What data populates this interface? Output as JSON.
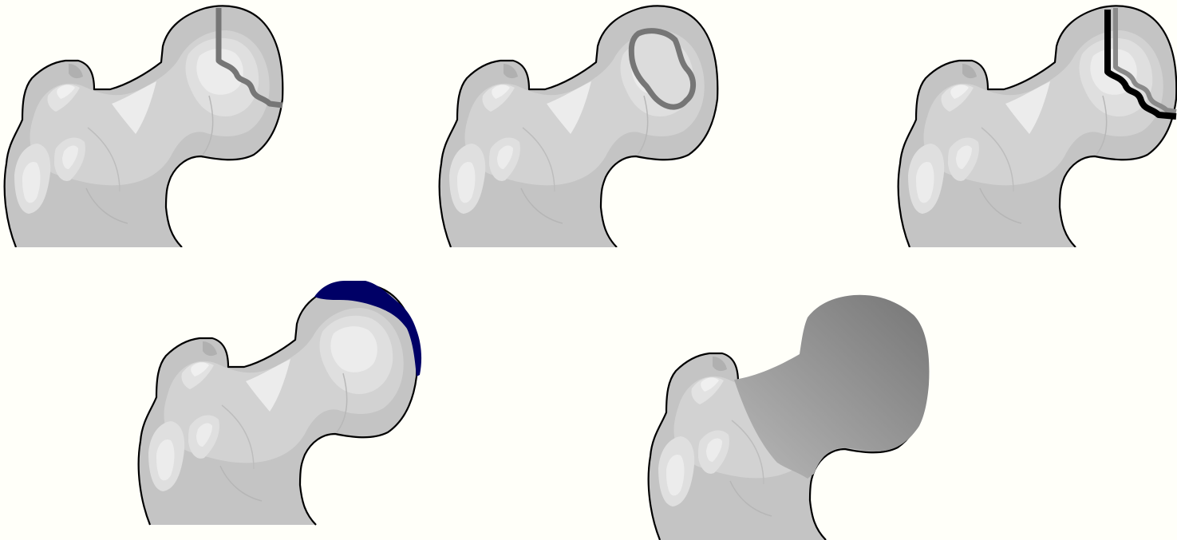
{
  "background_color": "#fffff9",
  "bone_colors": {
    "outline": "#000000",
    "shade_1": "#c4c4c4",
    "shade_2": "#d2d2d2",
    "shade_3": "#dfdfdf",
    "shade_4": "#ececec"
  },
  "panels": [
    {
      "name": "femur-fracture-line-gray",
      "overlay": "fracture-line",
      "overlay_color": "#767676"
    },
    {
      "name": "femur-necrosis-region-outline",
      "overlay": "closed-region",
      "overlay_color": "#767676"
    },
    {
      "name": "femur-fracture-line-dark",
      "overlay": "fracture-line-double",
      "overlay_color": "#000000",
      "overlay_secondary_color": "#8a8a8a"
    },
    {
      "name": "femur-cartilage-cap",
      "overlay": "cap",
      "overlay_color": "#000066"
    },
    {
      "name": "femur-head-replaced",
      "overlay": "prosthetic-head",
      "overlay_color": "#8a8a8a",
      "gradient": [
        "#b8b8b8",
        "#767676"
      ]
    }
  ]
}
